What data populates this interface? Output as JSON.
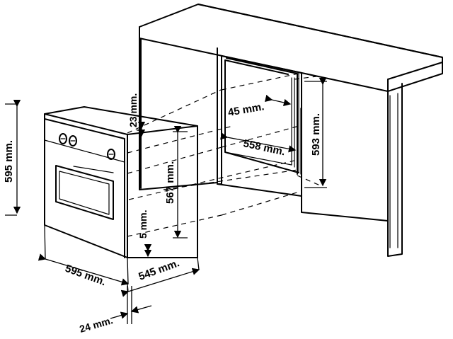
{
  "dimensions": {
    "oven_height": "595 mm.",
    "oven_width": "595 mm.",
    "oven_depth": "545 mm.",
    "front_panel_depth": "24 mm.",
    "top_gap": "23 mm.",
    "bottom_gap": "5 mm.",
    "inner_height": "567 mm.",
    "niche_side": "45 mm.",
    "niche_width": "558 mm.",
    "niche_height": "593 mm."
  }
}
